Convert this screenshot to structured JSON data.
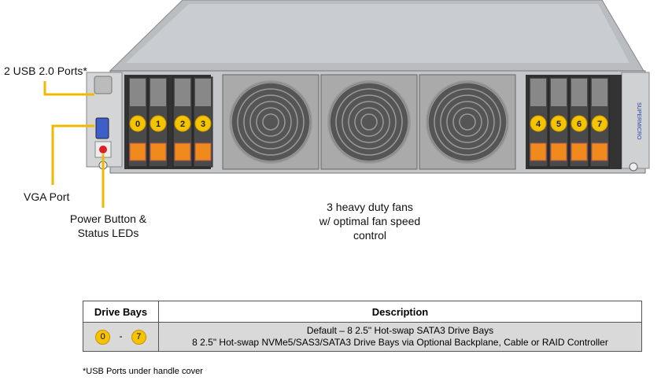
{
  "callouts": {
    "usb": "2 USB 2.0 Ports*",
    "vga": "VGA Port",
    "power": [
      "Power Button &",
      "Status LEDs"
    ],
    "fans": [
      "3 heavy duty fans",
      "w/ optimal fan speed",
      "control"
    ]
  },
  "drive_labels": [
    "0",
    "1",
    "2",
    "3",
    "4",
    "5",
    "6",
    "7"
  ],
  "brand_label": "SUPERMICRO",
  "table": {
    "headers": [
      "Drive Bays",
      "Description"
    ],
    "range_start": "0",
    "range_sep": "-",
    "range_end": "7",
    "rows": [
      "Default  – 8 2.5\" Hot-swap  SATA3 Drive  Bays",
      "8 2.5\" Hot-swap  NVMe5/SAS3/SATA3 Drive  Bays via  Optional Backplane, Cable  or RAID  Controller"
    ]
  },
  "footnote": "*USB  Ports under handle cover",
  "colors": {
    "accent": "#f5c400",
    "callout_line": "#f0b800",
    "drive_tab": "#f08a1c"
  }
}
